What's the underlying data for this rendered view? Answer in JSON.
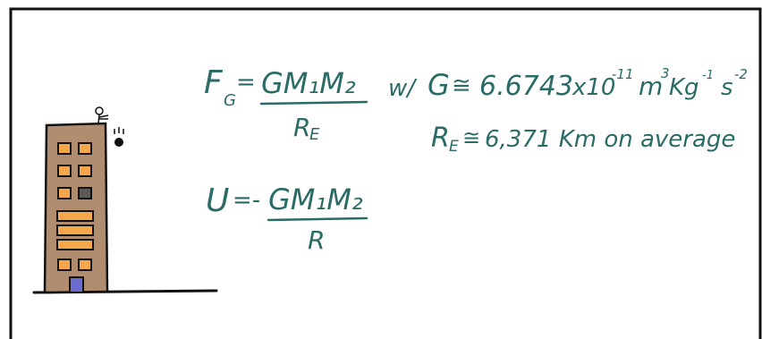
{
  "colors": {
    "ink": "#2a6b66",
    "building": "#b08d6f",
    "window": "#f4a84b",
    "door": "#6b6bd0",
    "frame": "#111111"
  },
  "equations": {
    "gravity_force": {
      "lhs": "F",
      "lhs_sub": "G",
      "equals": "=",
      "numerator": "GM₁M₂",
      "denominator_main": "R",
      "denominator_sub": "E"
    },
    "with_label": "w/",
    "gravitational_constant": {
      "symbol": "G",
      "approx": "≅",
      "mantissa": "6.6743",
      "times": "x10",
      "exponent": "-11",
      "units_m": "m",
      "units_m_exp": "3",
      "units_kg": "Kg",
      "units_kg_exp": "-1",
      "units_s": "s",
      "units_s_exp": "-2"
    },
    "earth_radius": {
      "symbol": "R",
      "sub": "E",
      "approx": "≅",
      "value": "6,371 Km on average"
    },
    "potential_energy": {
      "lhs": "U",
      "equals": "=-",
      "numerator": "GM₁M₂",
      "denominator": "R"
    }
  },
  "icons": [
    "building-icon",
    "stick-figure-icon",
    "falling-ball-icon",
    "ground-line"
  ]
}
